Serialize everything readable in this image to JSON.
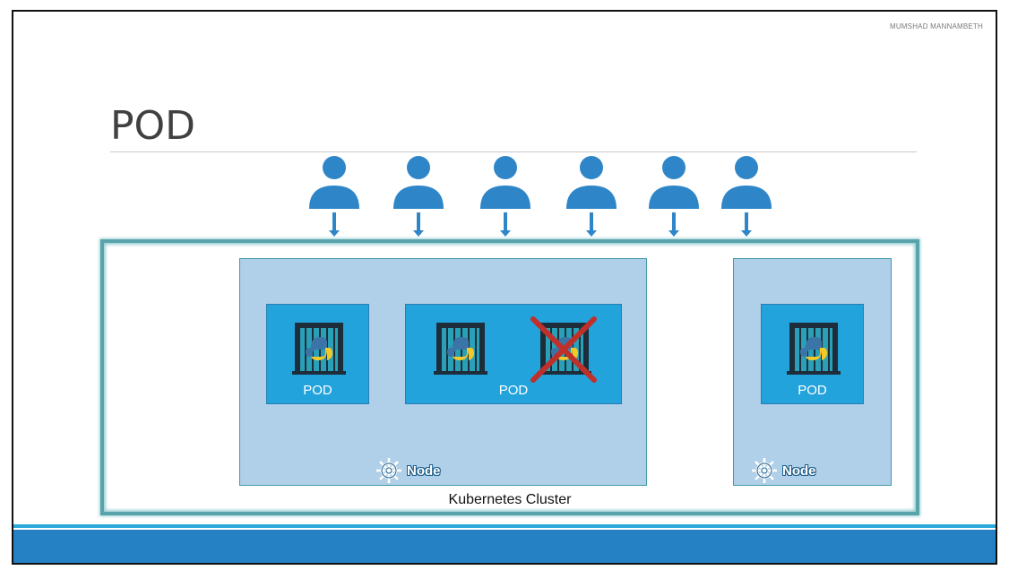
{
  "slide": {
    "author": "MUMSHAD MANNAMBETH",
    "title": "POD"
  },
  "users": {
    "count": 6,
    "icon": "user-icon",
    "arrow_icon": "arrow-down-icon"
  },
  "cluster": {
    "label": "Kubernetes Cluster"
  },
  "nodes": [
    {
      "label": "Node",
      "icon": "kubernetes-helm-icon"
    },
    {
      "label": "Node",
      "icon": "kubernetes-helm-icon"
    }
  ],
  "pods": [
    {
      "label": "POD",
      "containers": 1
    },
    {
      "label": "POD",
      "containers": 2,
      "failed_container": 2
    },
    {
      "label": "POD",
      "containers": 1
    }
  ],
  "colors": {
    "user": "#2e86c9",
    "pod": "#23a3dc",
    "node": "#b0cfe8",
    "cluster_border": "#58a4ac",
    "failure_mark": "#c0302a",
    "footer": "#2581c4"
  }
}
